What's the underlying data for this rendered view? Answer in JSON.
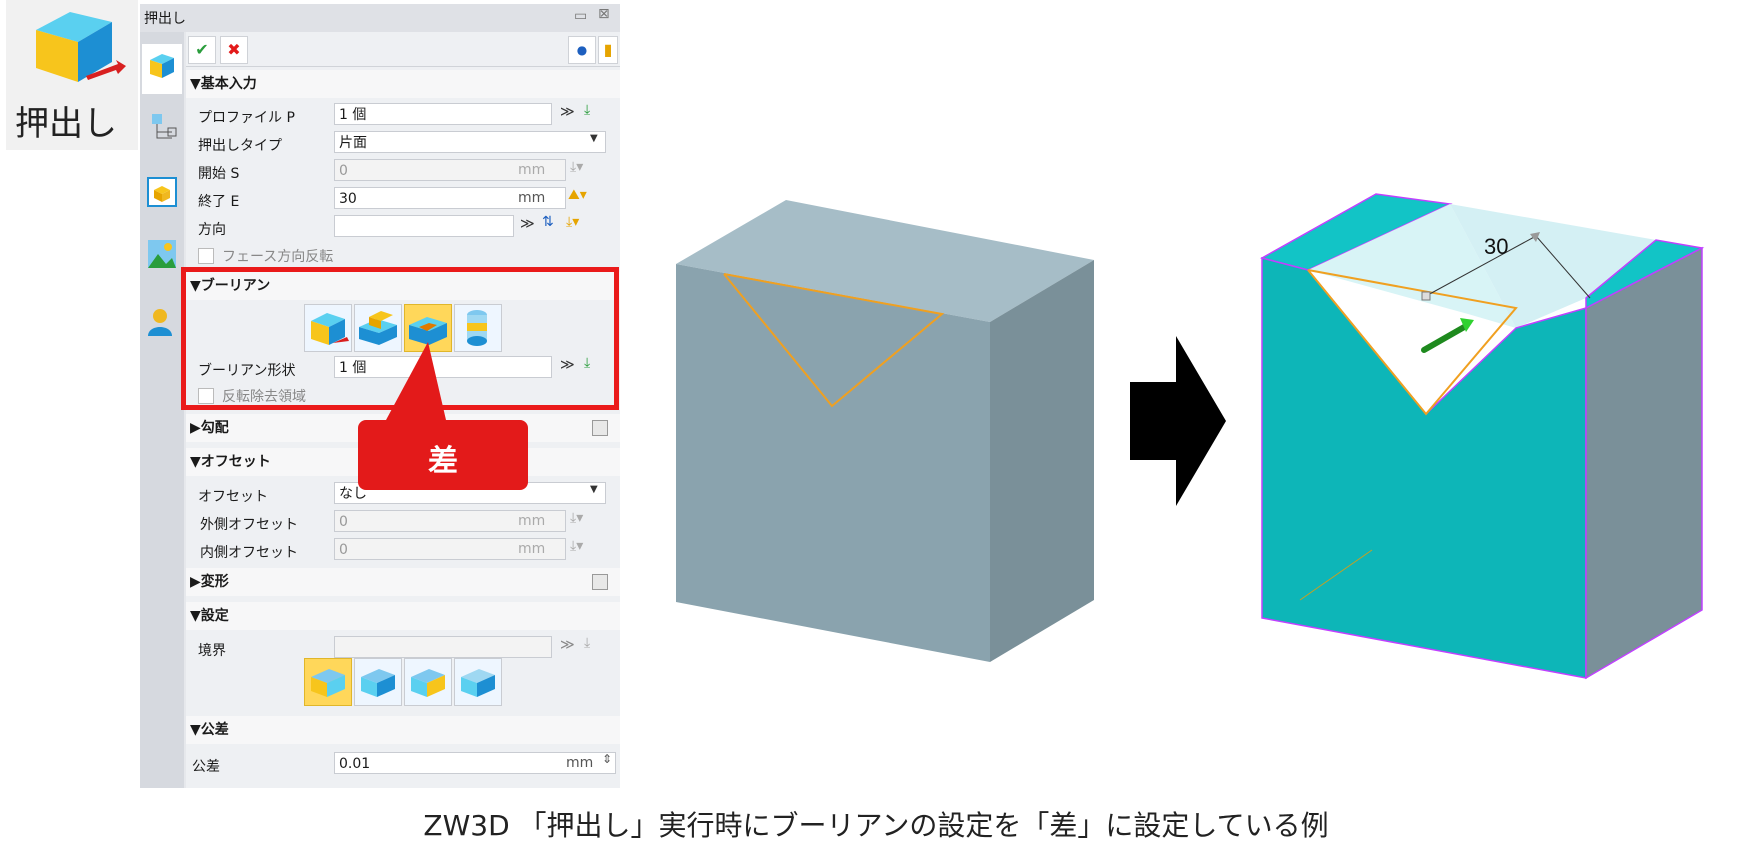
{
  "icon_tile": {
    "label": "押出し",
    "icon": "extrude-icon"
  },
  "panel": {
    "title": "押出し",
    "toolbar": {
      "ok_icon": "check-icon",
      "cancel_icon": "close-icon"
    },
    "sections": {
      "basic": {
        "header": "基本入力"
      },
      "boolean": {
        "header": "ブーリアン"
      },
      "draft": {
        "header": "勾配"
      },
      "offset": {
        "header": "オフセット"
      },
      "transform": {
        "header": "変形"
      },
      "settings": {
        "header": "設定"
      },
      "tolerance": {
        "header": "公差"
      }
    },
    "fields": {
      "profile": {
        "label": "プロファイル P",
        "value": "1 個"
      },
      "extrude_type": {
        "label": "押出しタイプ",
        "value": "片面"
      },
      "start": {
        "label": "開始 S",
        "value": "0",
        "unit": "mm"
      },
      "end": {
        "label": "終了 E",
        "value": "30",
        "unit": "mm"
      },
      "direction": {
        "label": "方向",
        "value": ""
      },
      "flip_face": {
        "label": "フェース方向反転"
      },
      "boolean_shape": {
        "label": "ブーリアン形状",
        "value": "1 個"
      },
      "invert_remove": {
        "label": "反転除去領域"
      },
      "offset": {
        "label": "オフセット",
        "value": "なし"
      },
      "outer_offset": {
        "label": "外側オフセット",
        "value": "0",
        "unit": "mm"
      },
      "inner_offset": {
        "label": "内側オフセット",
        "value": "0",
        "unit": "mm"
      },
      "boundary": {
        "label": "境界",
        "value": ""
      },
      "tolerance": {
        "label": "公差",
        "value": "0.01",
        "unit": "mm"
      }
    },
    "boolean_modes": [
      "base",
      "add",
      "subtract",
      "intersect"
    ],
    "boolean_selected": "subtract"
  },
  "callout": {
    "text": "差"
  },
  "figure": {
    "dimension": "30"
  },
  "caption": "ZW3D 「押出し」実行時にブーリアンの設定を「差」に設定している例",
  "colors": {
    "highlight_red": "#e31a1a",
    "result_cyan": "#12c4c6",
    "box_gray": "#8aa3ae",
    "profile_orange": "#f0a020"
  }
}
